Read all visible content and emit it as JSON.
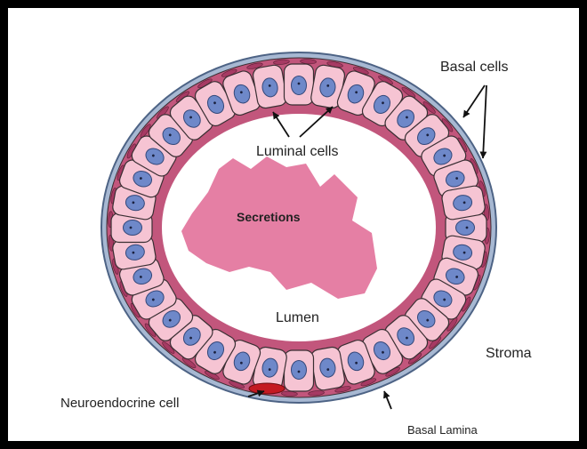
{
  "labels": {
    "basal_cells": "Basal cells",
    "luminal_cells": "Luminal cells",
    "secretions": "Secretions",
    "lumen": "Lumen",
    "stroma": "Stroma",
    "neuroendocrine_cell": "Neuroendocrine cell",
    "basal_lamina": "Basal Lamina"
  },
  "colors": {
    "cell_fill": "#f6c4d3",
    "cell_outline": "#3a2f33",
    "nucleus": "#6e88c9",
    "secretion": "#e57fa4",
    "basal_layer": "#c2567c",
    "membrane": "#6f8fb2",
    "neuroendocrine": "#c41a22"
  },
  "luminal_cell_count": 36
}
